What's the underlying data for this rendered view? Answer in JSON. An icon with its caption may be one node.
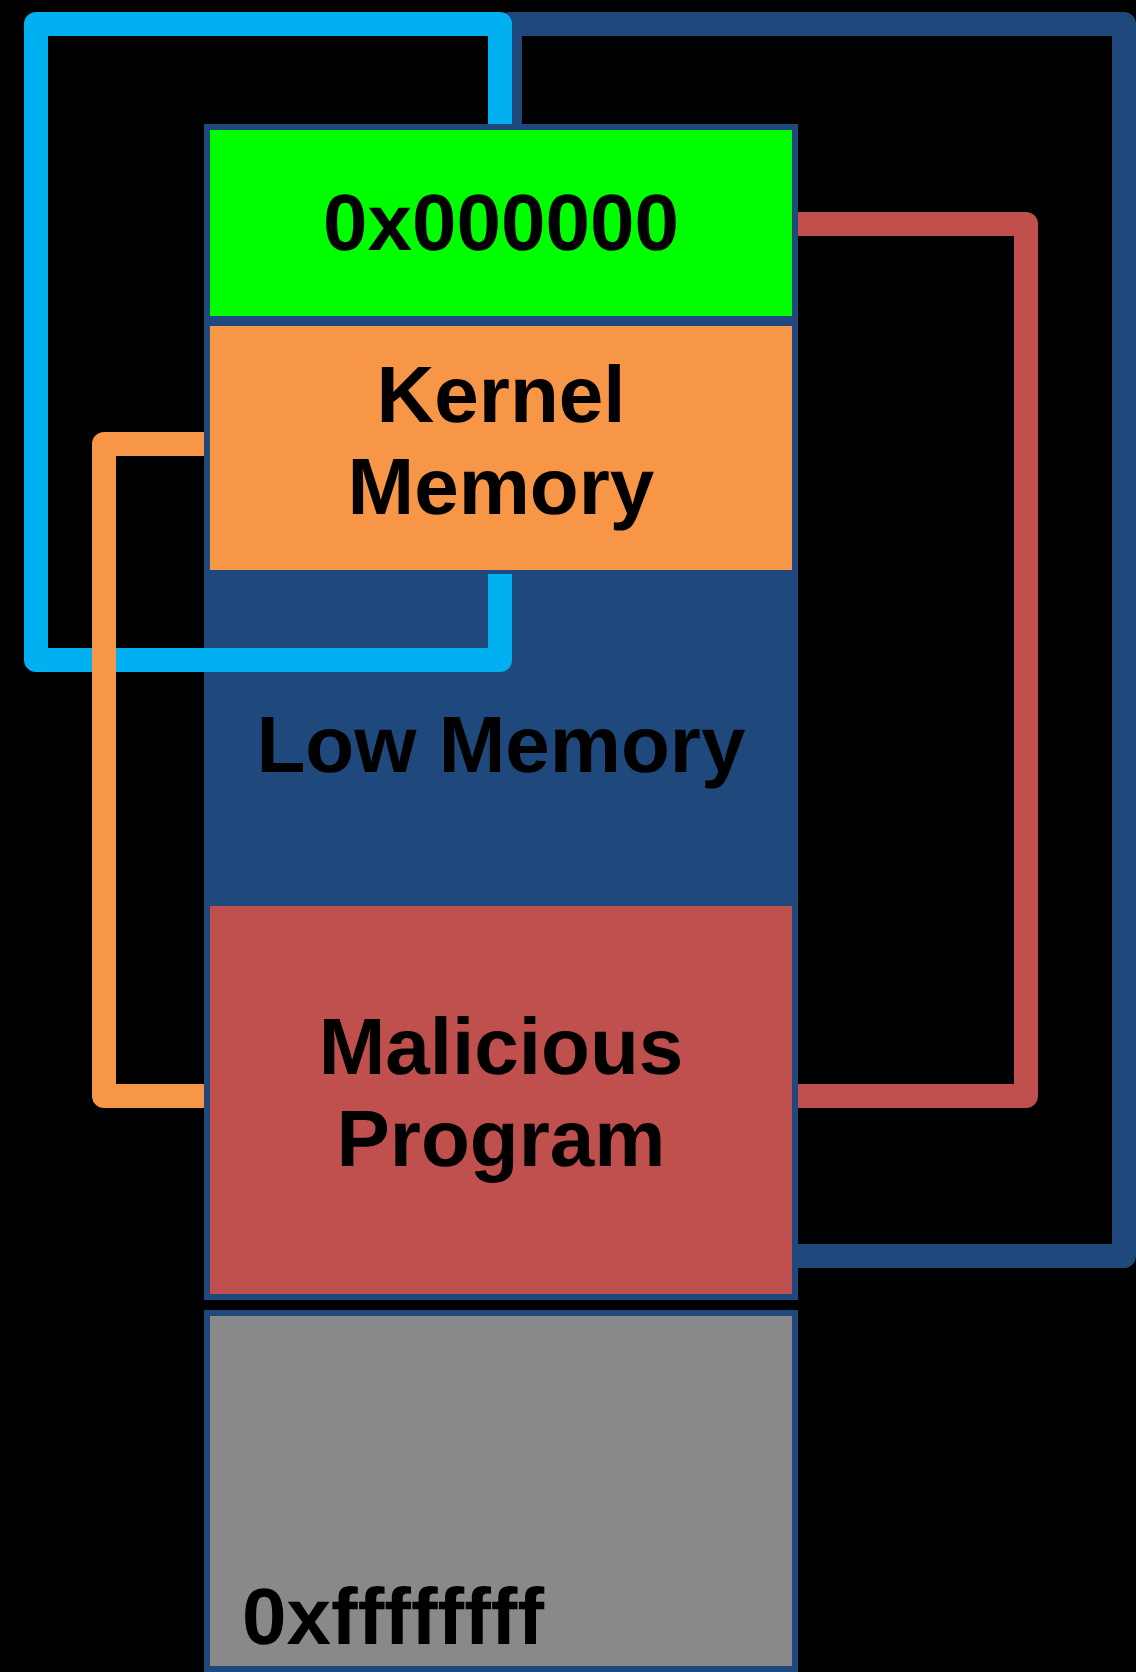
{
  "diagram": {
    "nodes": [
      {
        "text": [
          "0x000000"
        ]
      },
      {
        "text": [
          "Kernel Memory"
        ]
      },
      {
        "text": [
          "Low Memory"
        ]
      },
      {
        "text": [
          "Malicious Program"
        ]
      },
      {
        "text": [
          "0xffffffff"
        ]
      }
    ],
    "edges": [
      {
        "from": 2,
        "to": 0,
        "arrow": "none",
        "color": "#00b0f0"
      },
      {
        "from": 3,
        "to": 0,
        "arrow": "none",
        "color": "#1f497d"
      },
      {
        "from": 0,
        "to": 3,
        "arrow": "none",
        "color": "#c0504d"
      },
      {
        "from": 1,
        "to": 3,
        "arrow": "none",
        "color": "#f79646"
      }
    ]
  }
}
